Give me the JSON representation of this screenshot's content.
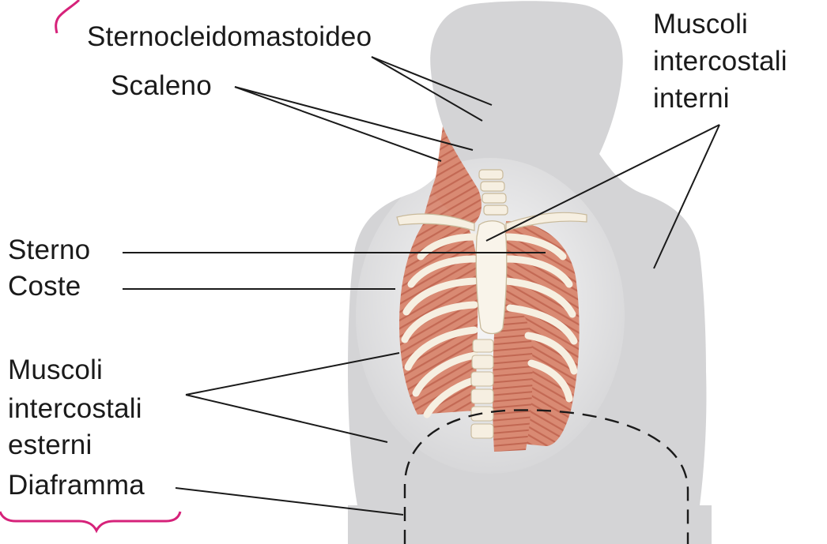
{
  "labels": {
    "sternocleidomastoid": "Sternocleidomastoideo",
    "scalene": "Scaleno",
    "internal_intercostals_l1": "Muscoli",
    "internal_intercostals_l2": "intercostali",
    "internal_intercostals_l3": "interni",
    "sternum": "Sterno",
    "ribs": "Coste",
    "external_intercostals_l1": "Muscoli",
    "external_intercostals_l2": "intercostali",
    "external_intercostals_l3": "esterni",
    "diaphragm": "Diaframma"
  },
  "colors": {
    "silhouette": "#d4d4d6",
    "muscle": "#d98a73",
    "muscle_stripe": "#b95b47",
    "bone": "#f6efe1",
    "bone_edge": "#c8b99a",
    "leader_line": "#1a1a1a",
    "bracket": "#d6227a"
  }
}
